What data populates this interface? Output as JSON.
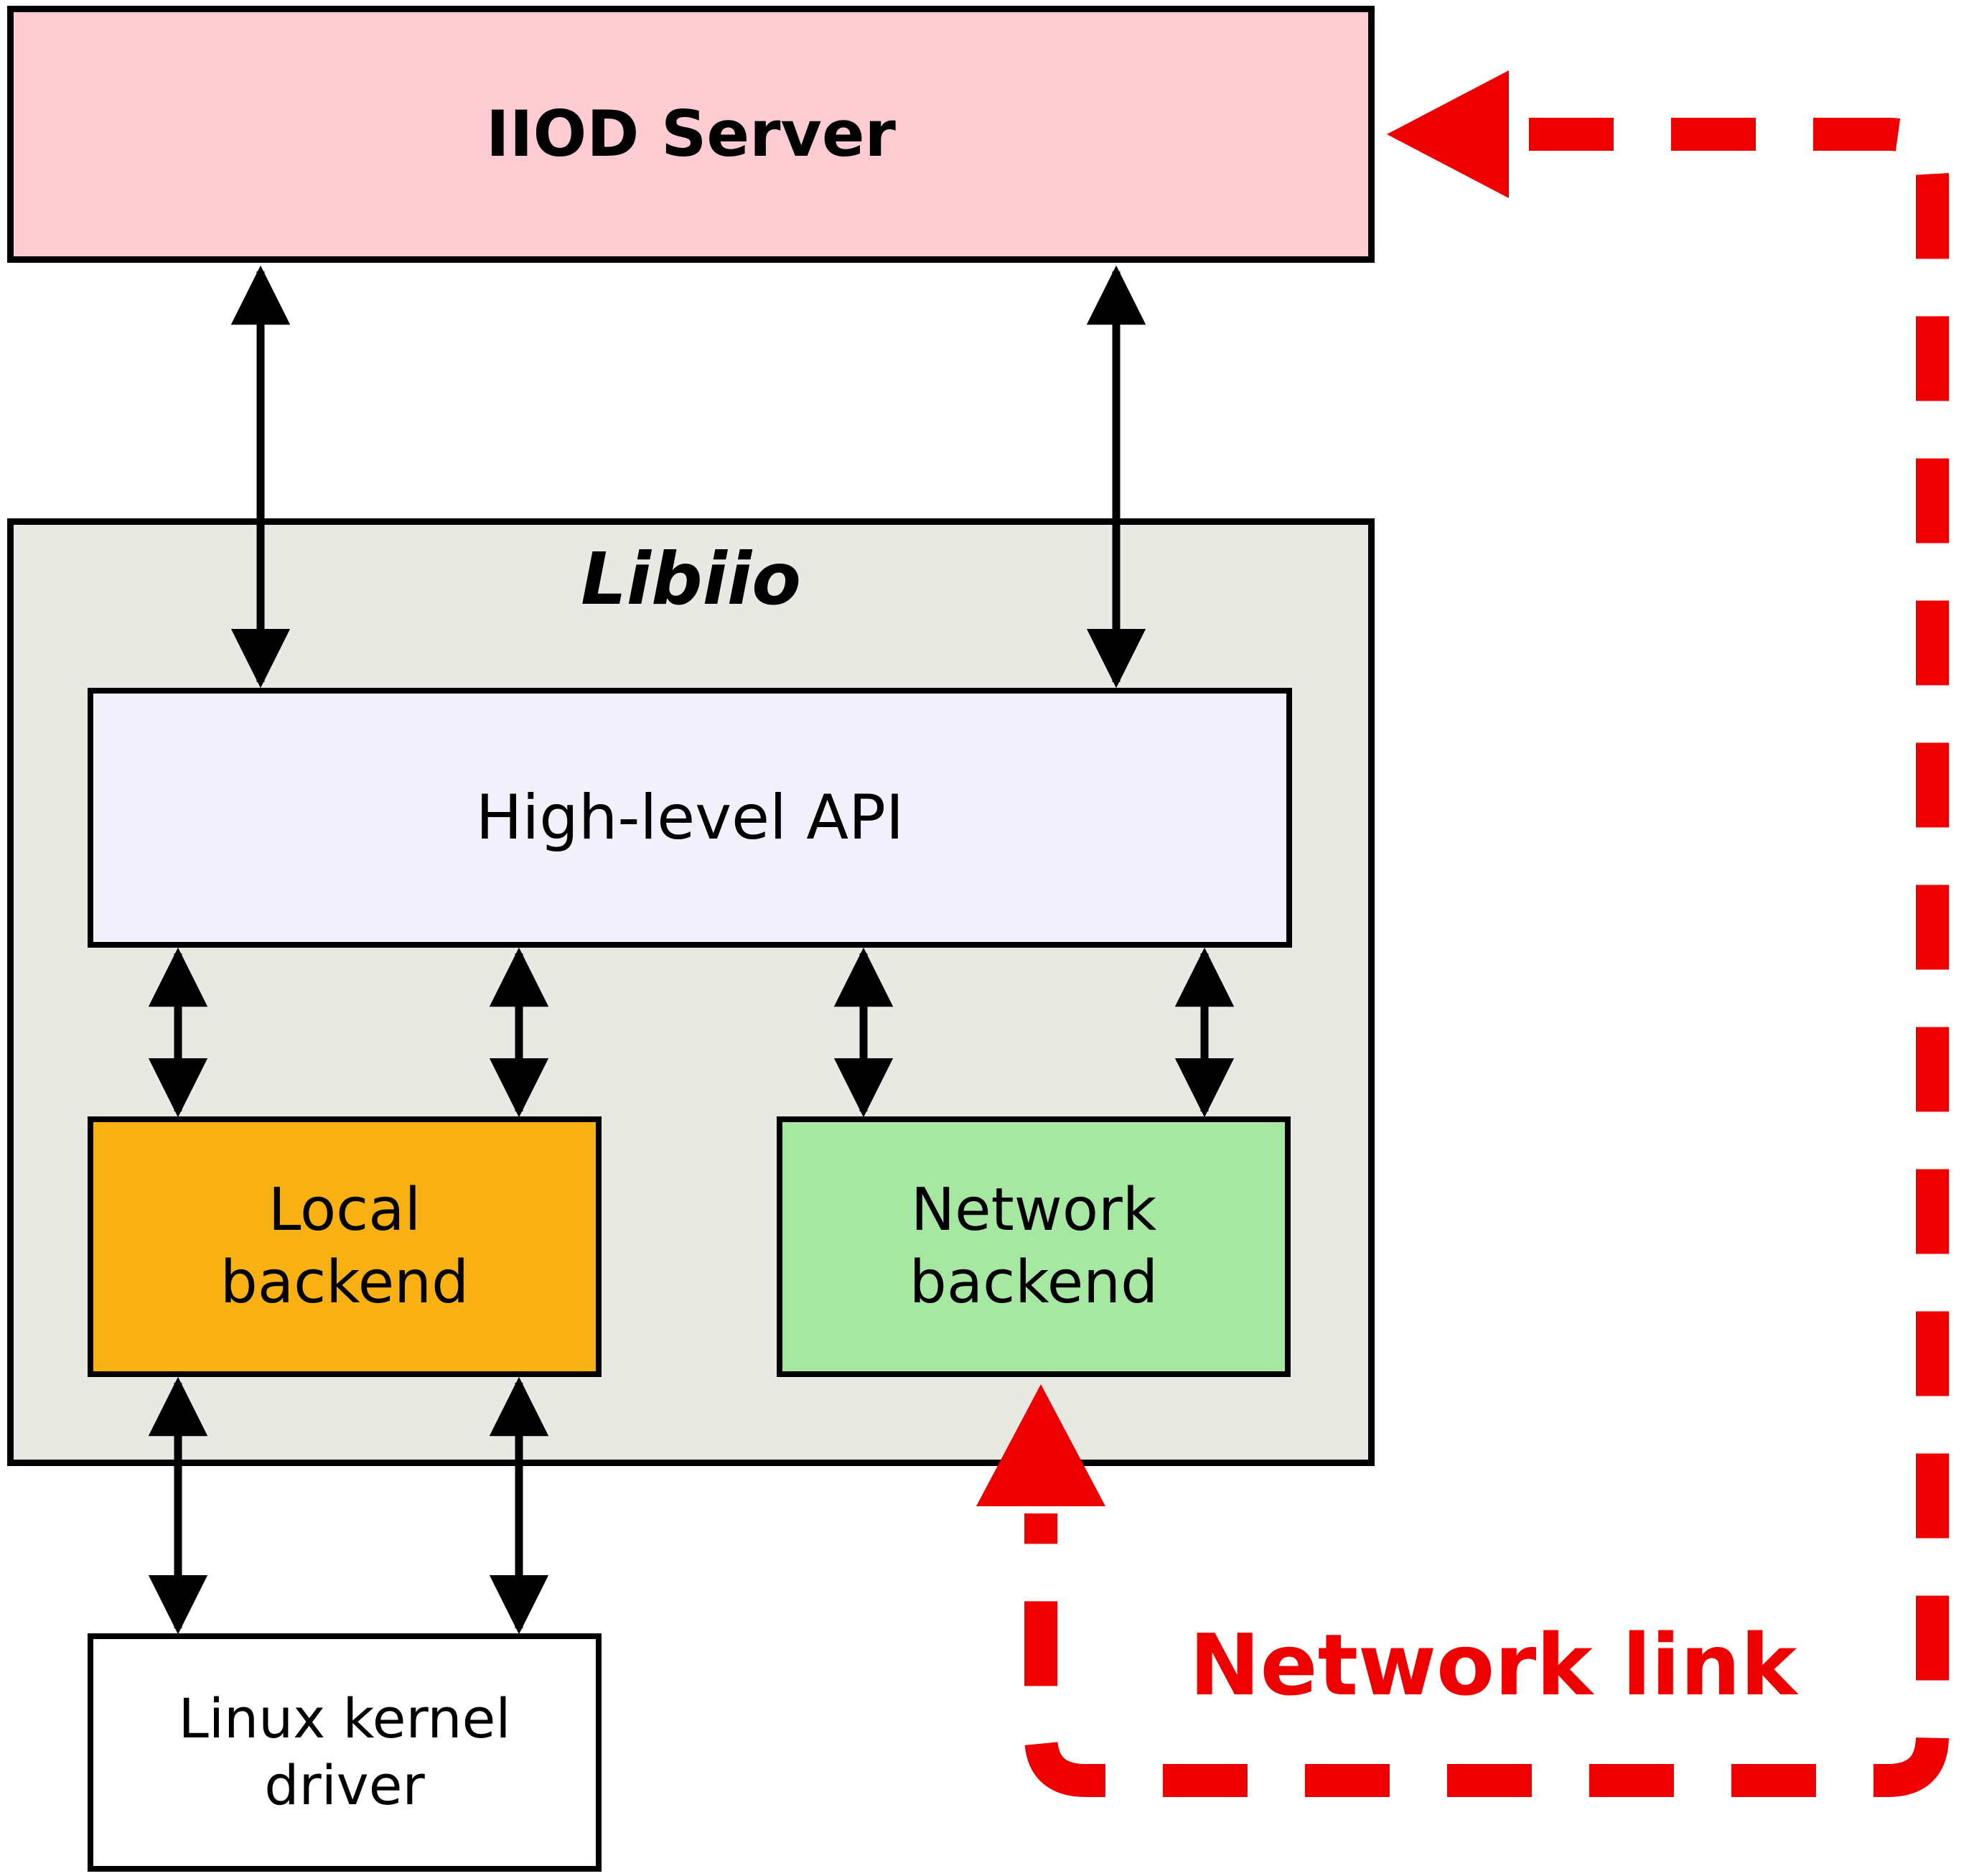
{
  "diagram": {
    "nodes": {
      "iiod_server": {
        "label": "IIOD Server"
      },
      "libiio": {
        "label": "Libiio"
      },
      "high_level_api": {
        "label": "High-level API"
      },
      "local_backend": {
        "label": "Local backend"
      },
      "network_backend": {
        "label": "Network backend"
      },
      "linux_kernel_driver": {
        "label": "Linux kernel driver"
      }
    },
    "annotations": {
      "network_link_label": "Network link"
    },
    "edges": [
      {
        "from": "iiod_server",
        "to": "high_level_api",
        "style": "double-arrow",
        "count": 2
      },
      {
        "from": "high_level_api",
        "to": "local_backend",
        "style": "double-arrow",
        "count": 2
      },
      {
        "from": "high_level_api",
        "to": "network_backend",
        "style": "double-arrow",
        "count": 2
      },
      {
        "from": "local_backend",
        "to": "linux_kernel_driver",
        "style": "double-arrow",
        "count": 2
      },
      {
        "from": "network_backend",
        "to": "iiod_server",
        "style": "red-dashed",
        "label": "Network link"
      }
    ],
    "colors": {
      "iiod_fill": "#fdccd3",
      "libiio_fill": "#e9e9e4",
      "api_fill": "#f2f1fb",
      "local_fill": "#f9b013",
      "network_fill": "#a6e8a1",
      "kernel_fill": "#ffffff",
      "network_link": "#ee0000",
      "line": "#000000"
    }
  }
}
